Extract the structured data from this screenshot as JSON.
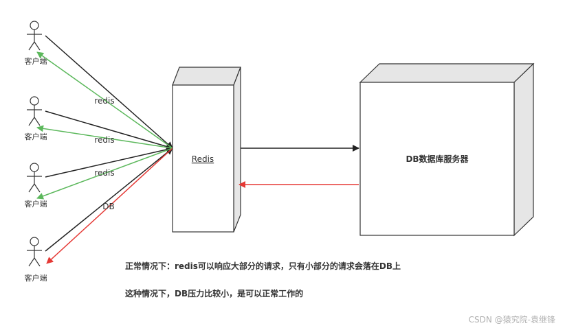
{
  "clients": [
    {
      "label": "客户端",
      "response": "redis"
    },
    {
      "label": "客户端",
      "response": "redis"
    },
    {
      "label": "客户端",
      "response": "redis"
    },
    {
      "label": "客户端",
      "response": "DB"
    }
  ],
  "redis_box": {
    "label": "Redis"
  },
  "db_box": {
    "label": "DB数据库服务器"
  },
  "notes": {
    "line1": "正常情况下：redis可以响应大部分的请求，只有小部分的请求会落在DB上",
    "line2": "这种情况下，DB压力比较小，是可以正常工作的"
  },
  "watermark": "CSDN @猿究院-袁继锋",
  "colors": {
    "request": "#222222",
    "redis_response": "#5cb85c",
    "db_response": "#e53935",
    "box_side": "#e6e6e6"
  }
}
